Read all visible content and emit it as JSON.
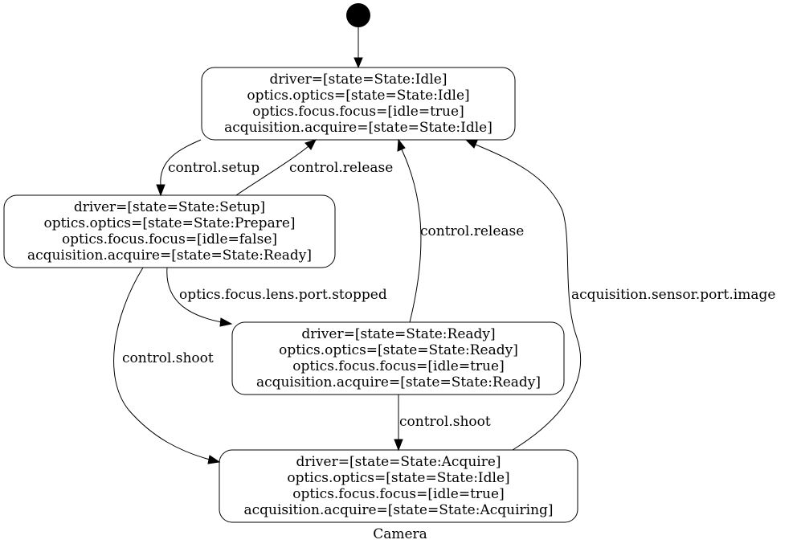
{
  "diagram": {
    "title": "Camera",
    "states": {
      "idle": {
        "lines": [
          "driver=[state=State:Idle]",
          "optics.optics=[state=State:Idle]",
          "optics.focus.focus=[idle=true]",
          "acquisition.acquire=[state=State:Idle]"
        ]
      },
      "setup": {
        "lines": [
          "driver=[state=State:Setup]",
          "optics.optics=[state=State:Prepare]",
          "optics.focus.focus=[idle=false]",
          "acquisition.acquire=[state=State:Ready]"
        ]
      },
      "ready": {
        "lines": [
          "driver=[state=State:Ready]",
          "optics.optics=[state=State:Ready]",
          "optics.focus.focus=[idle=true]",
          "acquisition.acquire=[state=State:Ready]"
        ]
      },
      "acquire": {
        "lines": [
          "driver=[state=State:Acquire]",
          "optics.optics=[state=State:Idle]",
          "optics.focus.focus=[idle=true]",
          "acquisition.acquire=[state=State:Acquiring]"
        ]
      }
    },
    "transitions": {
      "idle_to_setup": "control.setup",
      "setup_to_idle": "control.release",
      "ready_to_idle": "control.release",
      "acquire_to_idle": "acquisition.sensor.port.image",
      "setup_to_ready": "optics.focus.lens.port.stopped",
      "setup_to_acquire": "control.shoot",
      "ready_to_acquire": "control.shoot"
    }
  }
}
